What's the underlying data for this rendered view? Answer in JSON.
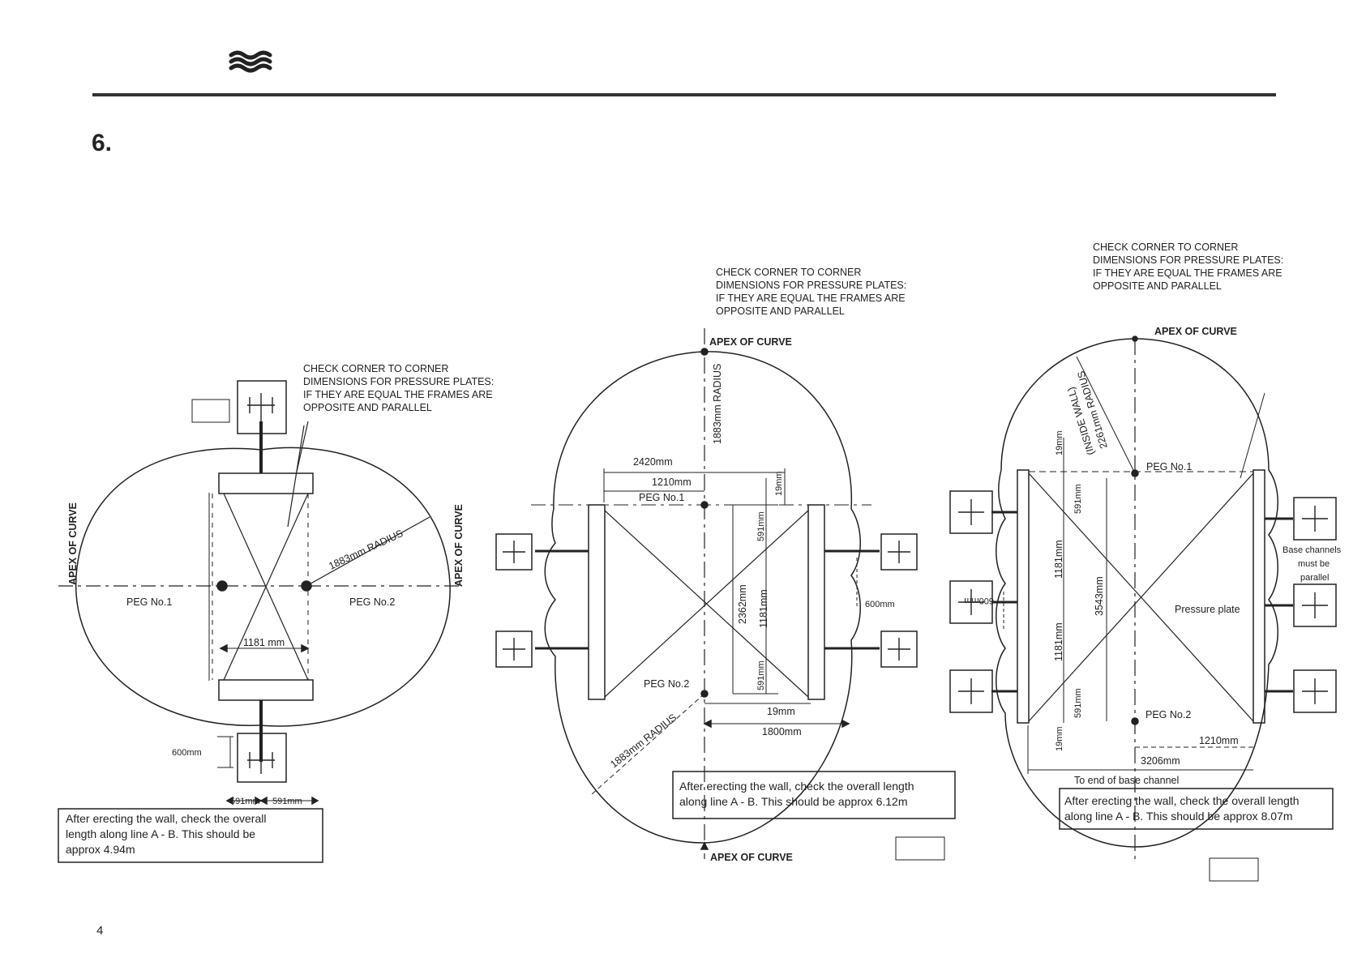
{
  "header": {
    "section_number": "6.",
    "page_number": "4"
  },
  "colors": {
    "ink": "#222222",
    "rule": "#333333"
  },
  "labels": {
    "apex": "APEX OF CURVE",
    "check_lines": [
      "CHECK CORNER TO CORNER",
      "DIMENSIONS FOR PRESSURE PLATES:",
      "IF THEY ARE EQUAL THE FRAMES ARE",
      "OPPOSITE AND PARALLEL"
    ],
    "peg1": "PEG No.1",
    "peg2": "PEG No.2",
    "radius_1883": "1883mm RADIUS",
    "radius_2261": "2261mm RADIUS",
    "inside_wall": "(INSIDE WALL)",
    "pressure_plate": "Pressure plate",
    "base_channels": [
      "Base channels",
      "must be",
      "parallel"
    ],
    "to_end": "To end of base channel"
  },
  "diagram1": {
    "dims": {
      "d1181": "1181 mm",
      "d600": "600mm",
      "d591a": "591mm",
      "d591b": "591mm"
    },
    "note_lines": [
      "After erecting the wall, check the overall",
      "length along line A - B. This should be",
      "approx 4.94m"
    ]
  },
  "diagram2": {
    "dims": {
      "d2420": "2420mm",
      "d1210": "1210mm",
      "d19a": "19mm",
      "d591a": "591mm",
      "d1181": "1181mm",
      "d2362": "2362mm",
      "d591b": "591mm",
      "d19b": "19mm",
      "d1800": "1800mm",
      "d600": "600mm"
    },
    "note_lines": [
      "After erecting the wall, check the overall length",
      "along line A - B. This should be approx 6.12m"
    ]
  },
  "diagram3": {
    "dims": {
      "d19a": "19mm",
      "d591a": "591mm",
      "d1181a": "1181mm",
      "d3543": "3543mm",
      "d1181b": "1181mm",
      "d591b": "591mm",
      "d19b": "19mm",
      "d1210": "1210mm",
      "d3206": "3206mm",
      "d600": "600mm"
    },
    "note_lines": [
      "After erecting the wall, check the overall length",
      "along line A - B. This should be approx 8.07m"
    ]
  }
}
